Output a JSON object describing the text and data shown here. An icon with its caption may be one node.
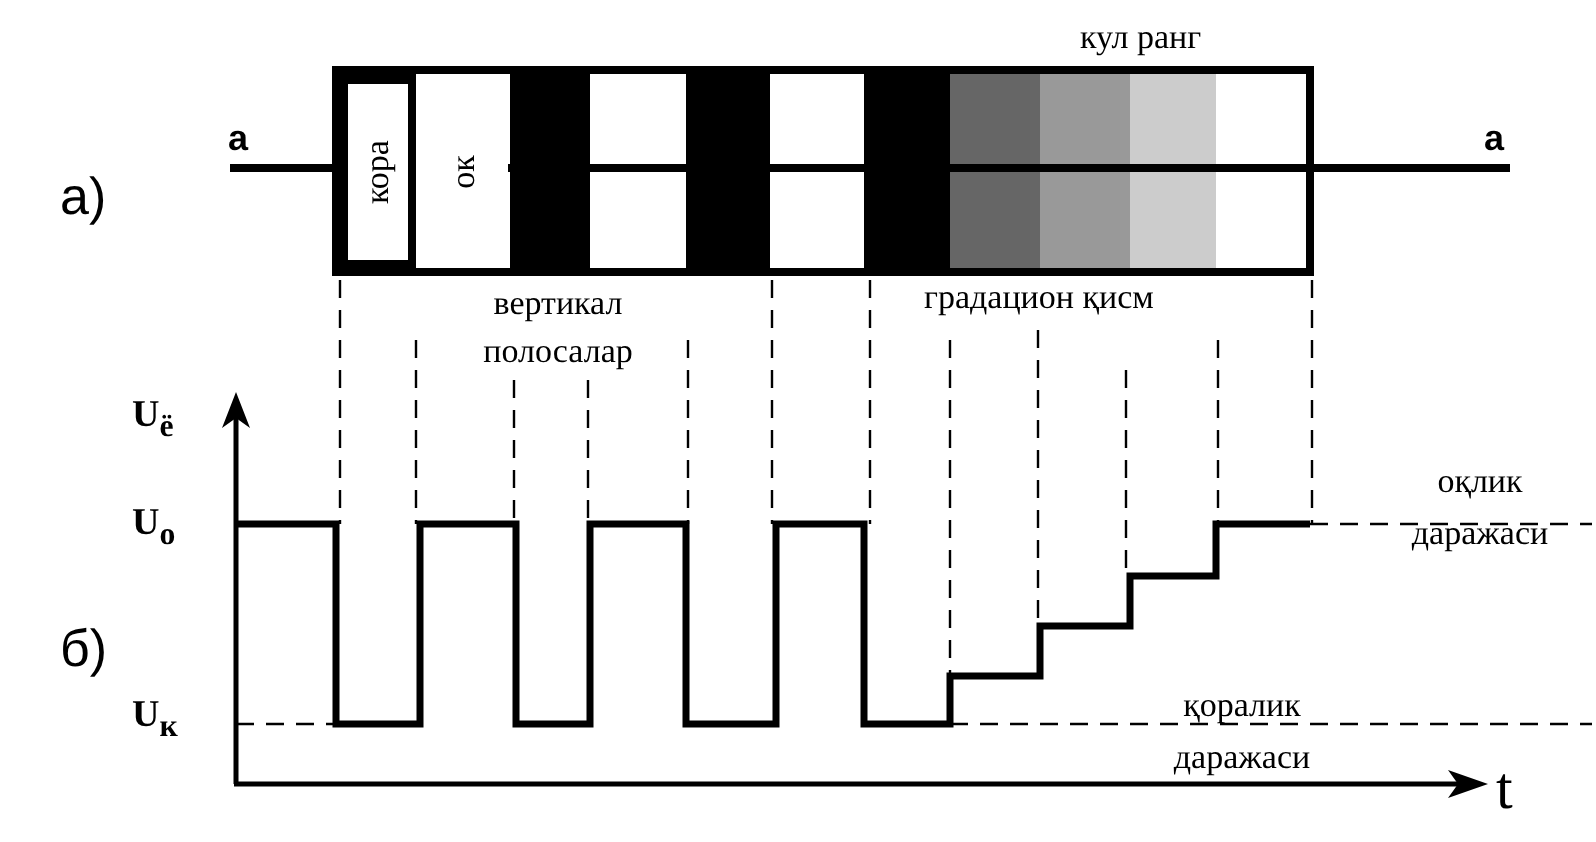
{
  "diagram": {
    "nodes": [
      {
        "text": [
          "кора"
        ]
      },
      {
        "text": [
          "ок"
        ]
      }
    ],
    "labels": [
      "кул ранг",
      "а",
      "а",
      "а)",
      "вертикал полосалар",
      "градацион қисм",
      "U$_{ё}$",
      "U$_{о}$",
      "оқлик даражаси",
      "б)",
      "U$_{к}$",
      "қоралик даражаси",
      "t"
    ]
  }
}
